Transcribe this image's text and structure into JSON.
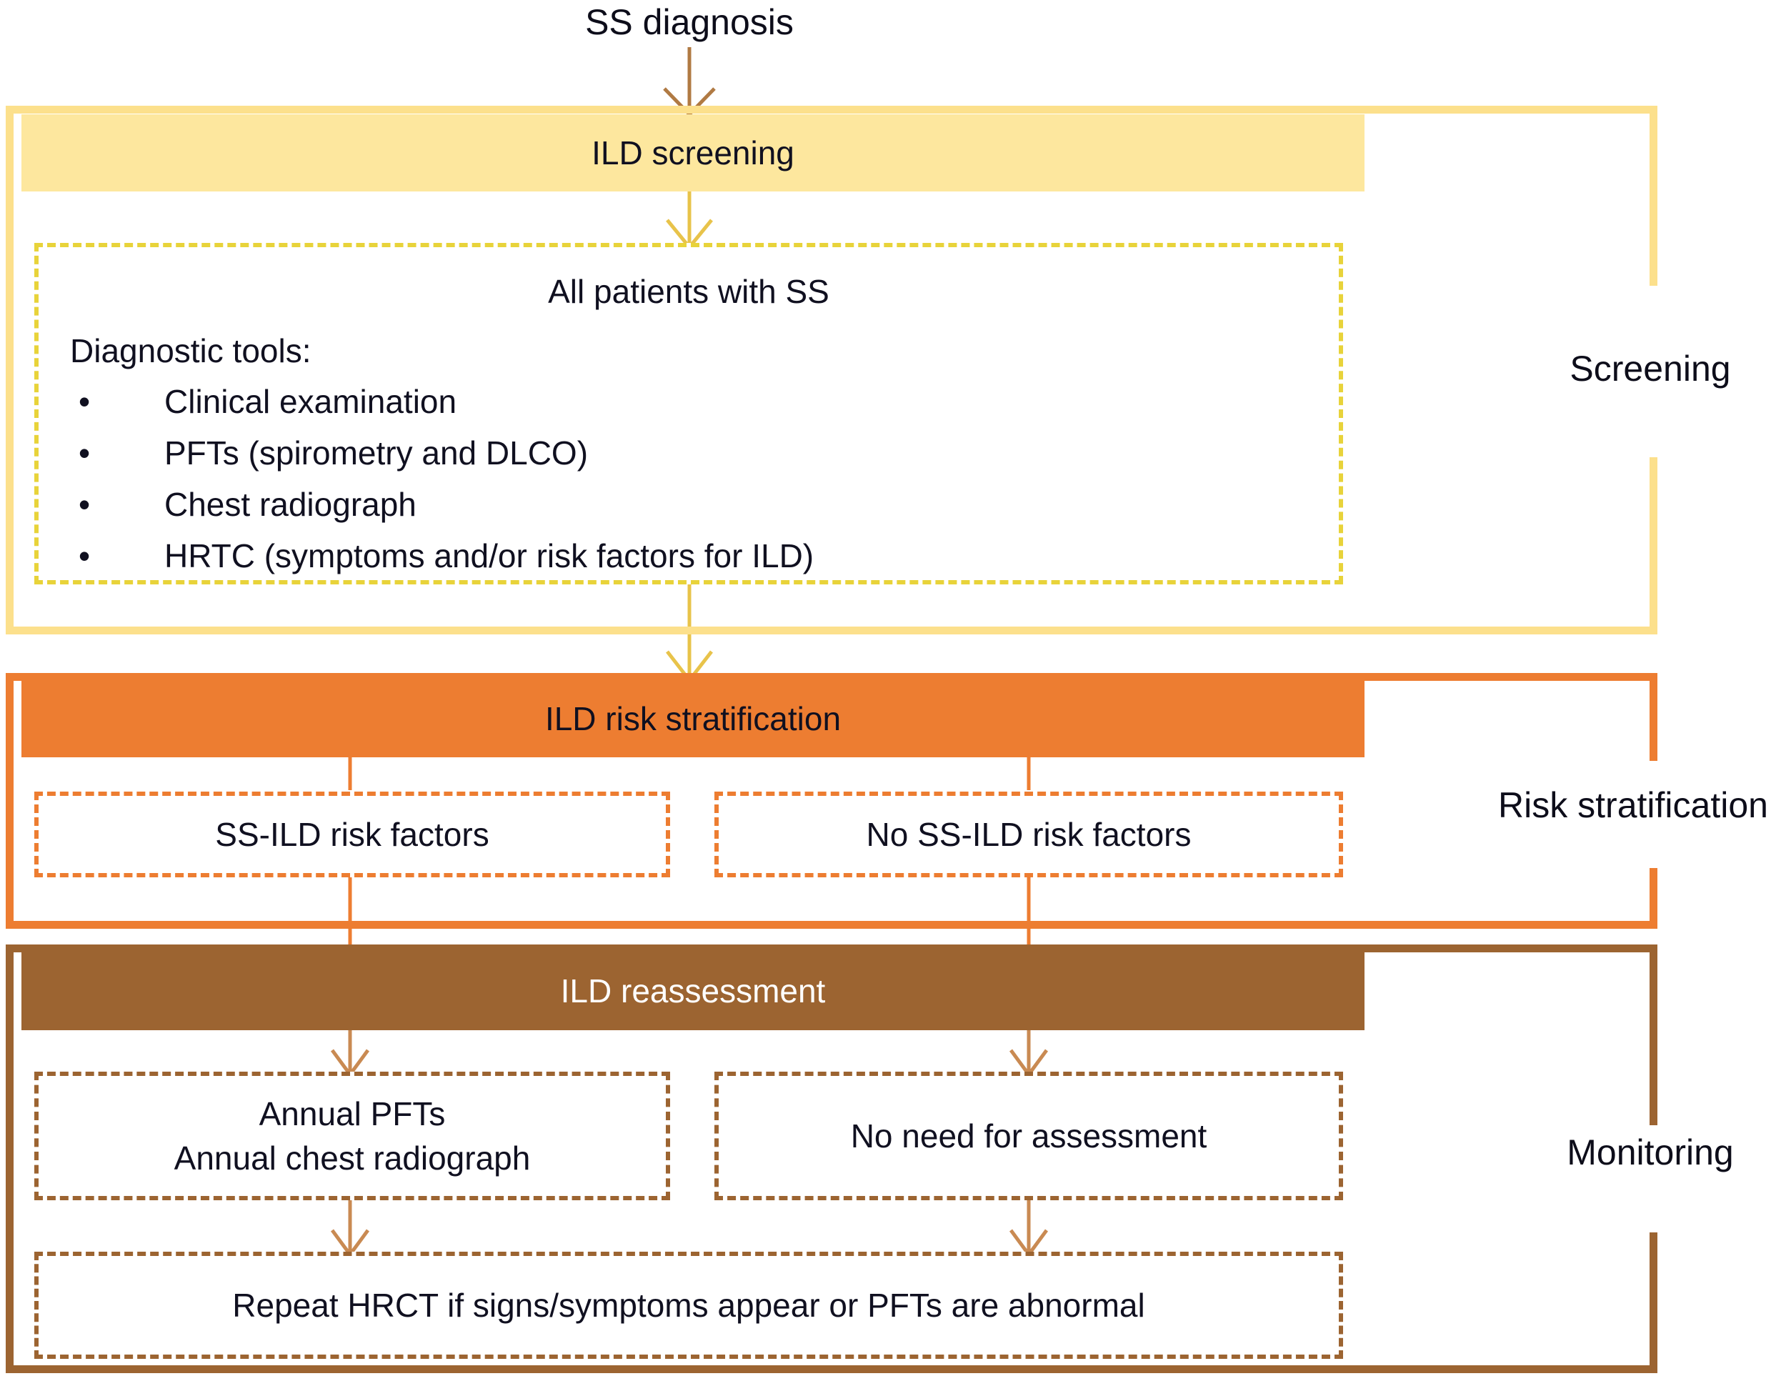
{
  "diagram": {
    "title": "SS diagnosis",
    "colors": {
      "screening": "#FDE79E",
      "screening_border": "#FCE08C",
      "screening_dash": "#E8D33A",
      "risk": "#ED7D31",
      "monitoring": "#9C6431",
      "arrow_yellow": "#E8C34A",
      "arrow_orange": "#ED7D31",
      "arrow_brown": "#B07A43",
      "text_dark": "#101020",
      "text_light": "#FFFFFF"
    },
    "sections": [
      {
        "id": "screening",
        "side_label": "Screening",
        "band_label": "ILD screening",
        "boxes": [
          {
            "id": "all-patients",
            "title": "All patients with SS",
            "subtitle": "Diagnostic tools:",
            "items": [
              "Clinical examination",
              "PFTs (spirometry and DLCO)",
              "Chest radiograph",
              "HRTC (symptoms and/or risk factors for ILD)"
            ],
            "bullet": "•"
          }
        ]
      },
      {
        "id": "risk-stratification",
        "side_label": "Risk stratification",
        "band_label": "ILD risk stratification",
        "boxes": [
          {
            "id": "risk-factors",
            "label": "SS-ILD risk factors"
          },
          {
            "id": "no-risk-factors",
            "label": "No SS-ILD risk factors"
          }
        ]
      },
      {
        "id": "monitoring",
        "side_label": "Monitoring",
        "band_label": "ILD reassessment",
        "boxes": [
          {
            "id": "annual",
            "line1": "Annual PFTs",
            "line2": "Annual chest radiograph"
          },
          {
            "id": "no-need",
            "label": "No need for assessment"
          },
          {
            "id": "repeat-hrct",
            "label": "Repeat HRCT if signs/symptoms appear or PFTs are abnormal"
          }
        ]
      }
    ]
  }
}
